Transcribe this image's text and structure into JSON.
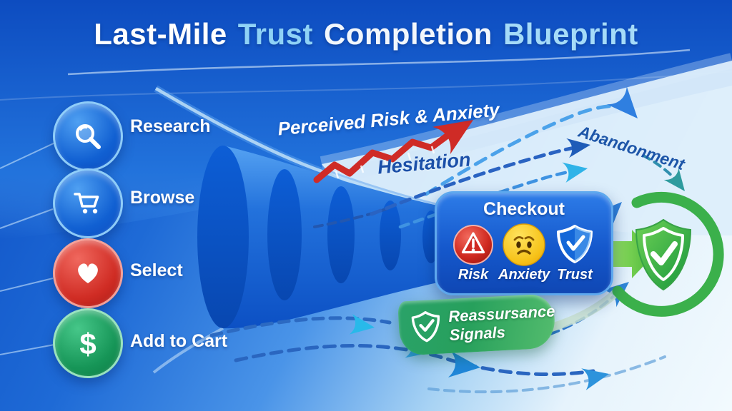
{
  "title": {
    "parts": [
      {
        "text": "Last-Mile",
        "color": "#ffffff"
      },
      {
        "text": "Trust",
        "color": "#8fd2f6"
      },
      {
        "text": "Completion",
        "color": "#f2f7fc"
      },
      {
        "text": "Blueprint",
        "color": "#a5dbf8"
      }
    ]
  },
  "journey": {
    "items": [
      {
        "label": "Research",
        "icon": "magnifier-icon",
        "circle_color": "#1160d2"
      },
      {
        "label": "Browse",
        "icon": "cart-icon",
        "circle_color": "#1160d2"
      },
      {
        "label": "Select",
        "icon": "heart-icon",
        "circle_color": "#d02c24"
      },
      {
        "label": "Add to Cart",
        "icon": "dollar-icon",
        "circle_color": "#169557"
      }
    ]
  },
  "annotations": {
    "risk_anxiety": "Perceived Risk & Anxiety",
    "hesitation": "Hesitation",
    "abandonment": "Abandonment"
  },
  "checkout": {
    "title": "Checkout",
    "items": [
      {
        "label": "Risk",
        "icon": "warning-triangle-icon",
        "color": "#d2291f"
      },
      {
        "label": "Anxiety",
        "icon": "worried-face-icon",
        "color": "#f6c21a"
      },
      {
        "label": "Trust",
        "icon": "shield-check-icon",
        "color": "#1467d8"
      }
    ]
  },
  "reassurance": {
    "line1": "Reassursance",
    "line2": "Signals",
    "icon": "shield-check-icon",
    "badge_color": "#2aa062"
  },
  "colors": {
    "background_top_blue": "#0d4cc0",
    "background_light": "#eaf5fd",
    "funnel_blue": "#1059cc",
    "funnel_disk": "#0a55cc",
    "red_arrow": "#cf2b26",
    "hesitation_text": "#1b4fa8",
    "abandonment_text": "#1d55a8",
    "dashed_arrow_blue": "#2a66c0",
    "success_green": "#3bb04b",
    "green_arrow": "#6bcf4b"
  }
}
